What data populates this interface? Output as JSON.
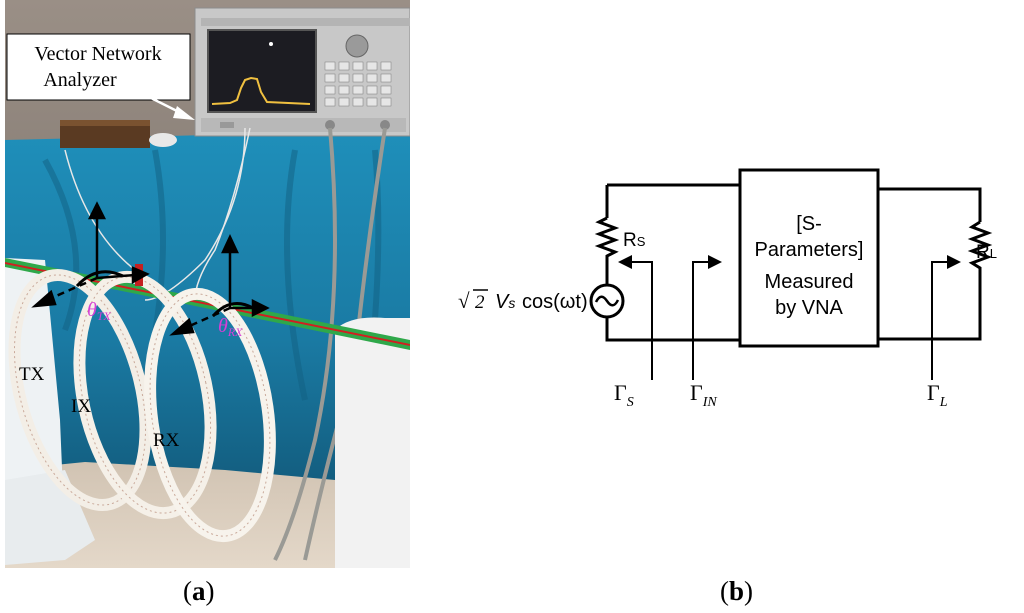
{
  "panel_a": {
    "callout": {
      "line1": "Vector Network",
      "line2": "Analyzer"
    },
    "angle_tx": {
      "theta": "θ",
      "sub": "TX"
    },
    "angle_rx": {
      "theta": "θ",
      "sub": "RX"
    },
    "coil_labels": {
      "tx": "TX",
      "ix": "IX",
      "rx": "RX"
    },
    "caption": {
      "open": "(",
      "letter": "a",
      "close": ")"
    }
  },
  "panel_b": {
    "rs": {
      "main": "R",
      "sub": "S"
    },
    "rl": {
      "main": "R",
      "sub": "L"
    },
    "box_lines": [
      "[S-",
      "Parameters]",
      "Measured",
      "by VNA"
    ],
    "source": {
      "sqrt": "√",
      "two": "2",
      "v": "V",
      "s": "s",
      "rest": "cos(ωt)"
    },
    "gamma_s": {
      "main": "Γ",
      "sub": "S"
    },
    "gamma_in": {
      "main": "Γ",
      "sub": "IN"
    },
    "gamma_l": {
      "main": "Γ",
      "sub": "L"
    },
    "caption": {
      "open": "(",
      "letter": "b",
      "close": ")"
    }
  },
  "colors": {
    "cloth": "#1b7fa6",
    "ruler": "#2fa84a",
    "theta": "#d63fd6",
    "wire": "#000000"
  }
}
